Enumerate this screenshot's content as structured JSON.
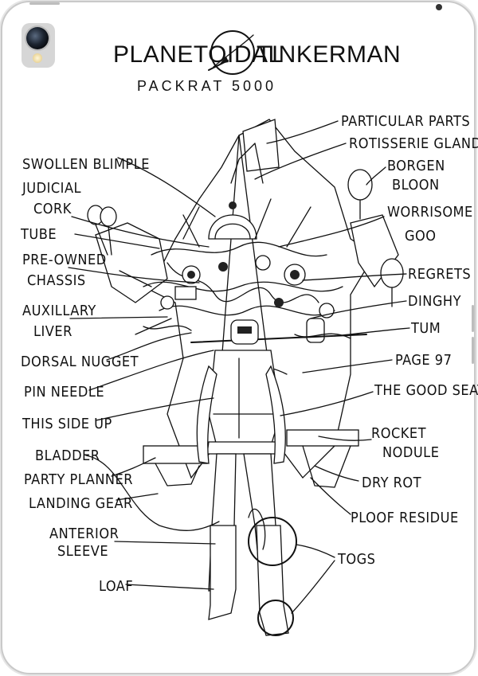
{
  "title": {
    "left": "PLANETOIDAL",
    "right": "TINKERMAN",
    "subtitle": "PACKRAT 5000",
    "logo_icon": "orbit-planet-icon"
  },
  "labels_left": [
    {
      "id": "swollen-blimple",
      "lines": [
        "SWOLLEN BLIMPLE"
      ]
    },
    {
      "id": "judicial-cork",
      "lines": [
        "JUDICIAL",
        "CORK"
      ]
    },
    {
      "id": "tube",
      "lines": [
        "TUBE"
      ]
    },
    {
      "id": "pre-owned-chassis",
      "lines": [
        "PRE-OWNED",
        "CHASSIS"
      ]
    },
    {
      "id": "auxillary-liver",
      "lines": [
        "AUXILLARY",
        "LIVER"
      ]
    },
    {
      "id": "dorsal-nugget",
      "lines": [
        "DORSAL NUGGET"
      ]
    },
    {
      "id": "pin-needle",
      "lines": [
        "PIN NEEDLE"
      ]
    },
    {
      "id": "this-side-up",
      "lines": [
        "THIS SIDE UP"
      ]
    },
    {
      "id": "bladder",
      "lines": [
        "BLADDER"
      ]
    },
    {
      "id": "party-planner",
      "lines": [
        "PARTY PLANNER"
      ]
    },
    {
      "id": "landing-gear",
      "lines": [
        "LANDING GEAR"
      ]
    },
    {
      "id": "anterior-sleeve",
      "lines": [
        "ANTERIOR",
        "SLEEVE"
      ]
    },
    {
      "id": "loaf",
      "lines": [
        "LOAF"
      ]
    }
  ],
  "labels_right": [
    {
      "id": "particular-parts",
      "lines": [
        "PARTICULAR PARTS"
      ]
    },
    {
      "id": "rotisserie-gland",
      "lines": [
        "ROTISSERIE GLAND"
      ]
    },
    {
      "id": "borgen-bloon",
      "lines": [
        "BORGEN",
        "BLOON"
      ]
    },
    {
      "id": "worrisome-goo",
      "lines": [
        "WORRISOME",
        "GOO"
      ]
    },
    {
      "id": "regrets",
      "lines": [
        "REGRETS"
      ]
    },
    {
      "id": "dinghy",
      "lines": [
        "DINGHY"
      ]
    },
    {
      "id": "tum",
      "lines": [
        "TUM"
      ]
    },
    {
      "id": "page-97",
      "lines": [
        "PAGE 97"
      ]
    },
    {
      "id": "the-good-seats",
      "lines": [
        "THE GOOD SEATS"
      ]
    },
    {
      "id": "rocket-nodule",
      "lines": [
        "ROCKET",
        "NODULE"
      ]
    },
    {
      "id": "dry-rot",
      "lines": [
        "DRY ROT"
      ]
    },
    {
      "id": "ploof-residue",
      "lines": [
        "PLOOF RESIDUE"
      ]
    },
    {
      "id": "togs",
      "lines": [
        "TOGS"
      ]
    }
  ],
  "colors": {
    "ink": "#111111",
    "paper": "#ffffff",
    "device_frame": "#c9c9c9",
    "camera_module": "#d6d6d6"
  },
  "device": {
    "camera_icon": "camera-lens-icon",
    "flash_icon": "flash-icon"
  }
}
